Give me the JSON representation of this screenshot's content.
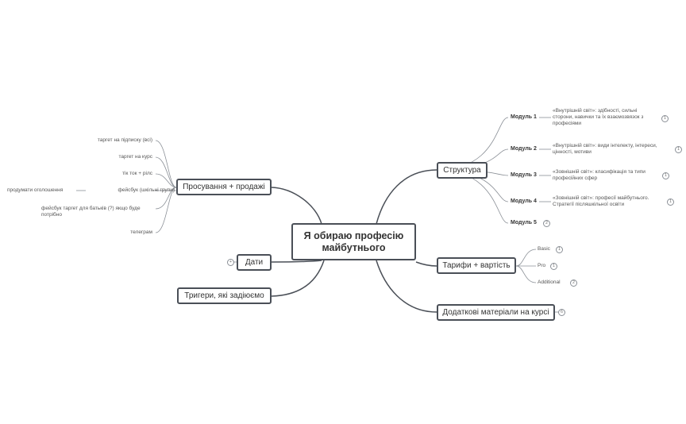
{
  "central": {
    "title_line1": "Я обираю професію",
    "title_line2": "майбутнього"
  },
  "left": {
    "promo": {
      "label": "Просування + продажі",
      "items": [
        "таргет на підписку (всі)",
        "таргет на курс",
        "тік ток + рілс",
        "фейсбук (шкільні групи)",
        "фейсбук таргет для батьків (?) якщо буде потрібно",
        "телеграм"
      ],
      "sub_note": "продумати оголошення"
    },
    "dates": {
      "label": "Дати",
      "badge": "+"
    },
    "triggers": {
      "label": "Тригери, які задіюємо"
    }
  },
  "right": {
    "structure": {
      "label": "Структура",
      "modules": [
        {
          "name": "Модуль 1",
          "desc": "«Внутрішній світ»: здібності, сильні сторони, навички та їх взаємозвязок з професіями",
          "count": "1"
        },
        {
          "name": "Модуль 2",
          "desc": "«Внутрішній світ»: види інтелекту, інтереси, цінності, мотиви",
          "count": "1"
        },
        {
          "name": "Модуль 3",
          "desc": "«Зовнішній світ»: класифікація та типи професійних сфер",
          "count": "1"
        },
        {
          "name": "Модуль 4",
          "desc": "«Зовнішній світ»: професії майбутнього. Стратегії післяшкільної освіти",
          "count": "1"
        },
        {
          "name": "Модуль 5",
          "desc": "",
          "count": "2"
        }
      ]
    },
    "tariffs": {
      "label": "Тарифи + вартість",
      "items": [
        {
          "name": "Basic",
          "count": "1"
        },
        {
          "name": "Pro",
          "count": "1"
        },
        {
          "name": "Additional",
          "count": "2"
        }
      ]
    },
    "extra": {
      "label": "Додаткові матеріали на курсі",
      "count": "6"
    }
  }
}
